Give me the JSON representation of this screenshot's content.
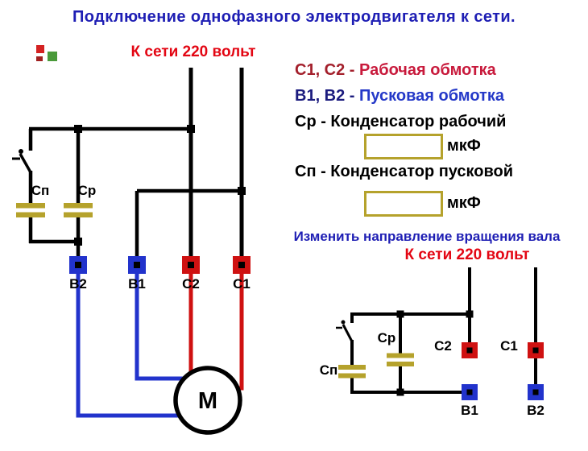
{
  "title": "Подключение однофазного электродвигателя к сети.",
  "legend": {
    "working_terms": "С1, С2 -",
    "working_label": "Рабочая обмотка",
    "starting_terms": "В1, В2 -",
    "starting_label": "Пусковая обмотка",
    "run_cap_line": "Ср - Конденсатор рабочий",
    "start_cap_line": "Сп - Конденсатор пусковой",
    "uf_unit_run": "мкФ",
    "uf_unit_start": "мкФ",
    "capacitance_run_value": "",
    "capacitance_start_value": "",
    "reverse_note": "Изменить направление вращения вала"
  },
  "main_diagram": {
    "mains_label": "К сети 220 вольт",
    "start_cap_label": "Сп",
    "run_cap_label": "Ср",
    "terminal_b2": "В2",
    "terminal_b1": "В1",
    "terminal_c2": "С2",
    "terminal_c1": "С1",
    "motor_label": "М"
  },
  "reverse_diagram": {
    "mains_label": "К сети 220 вольт",
    "run_cap_label": "Ср",
    "start_cap_label": "Сп",
    "terminal_c2": "С2",
    "terminal_c1": "С1",
    "terminal_b1": "В1",
    "terminal_b2": "В2"
  },
  "colors": {
    "accent_blue": "#1e1eb4",
    "bright_red": "#e30613",
    "terminal_red": "#cf1111",
    "terminal_blue": "#2233cc",
    "capacitor_olive": "#b5a22c"
  }
}
